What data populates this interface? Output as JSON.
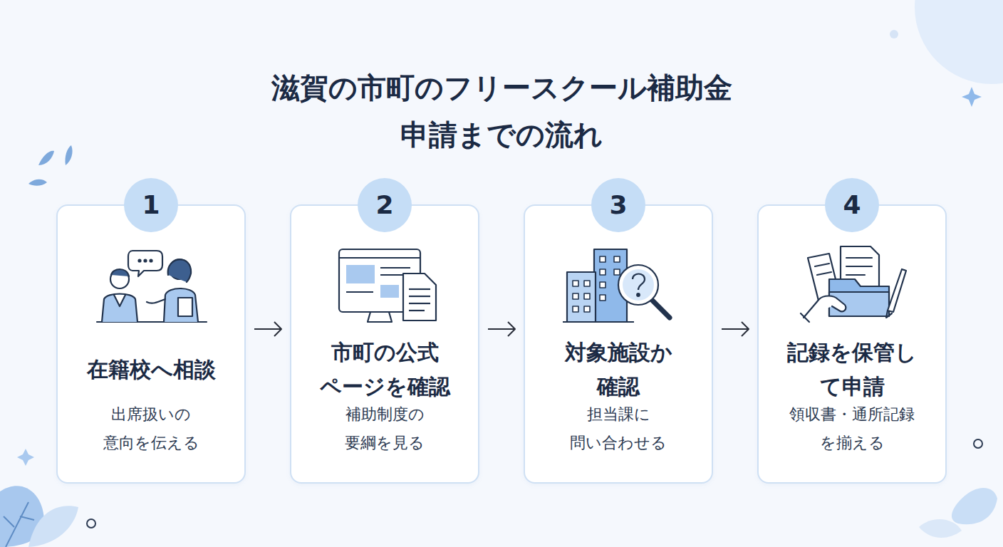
{
  "diagram": {
    "title": "滋賀の市町のフリースクール補助金 申請までの流れ",
    "nodes": [
      {
        "text": [
          "1",
          "在籍校へ相談",
          "出席扱いの 意向を伝える"
        ]
      },
      {
        "text": [
          "2",
          "市町の公式 ページを確認",
          "補助制度の 要綱を見る"
        ]
      },
      {
        "text": [
          "3",
          "対象施設か 確認",
          "担当課に 問い合わせる"
        ]
      },
      {
        "text": [
          "4",
          "記録を保管し て申請",
          "領収書・通所記録 を揃える"
        ]
      }
    ],
    "edges": [
      {
        "from": 0,
        "to": 1,
        "arrow": "to"
      },
      {
        "from": 1,
        "to": 2,
        "arrow": "to"
      },
      {
        "from": 2,
        "to": 3,
        "arrow": "to"
      }
    ]
  }
}
